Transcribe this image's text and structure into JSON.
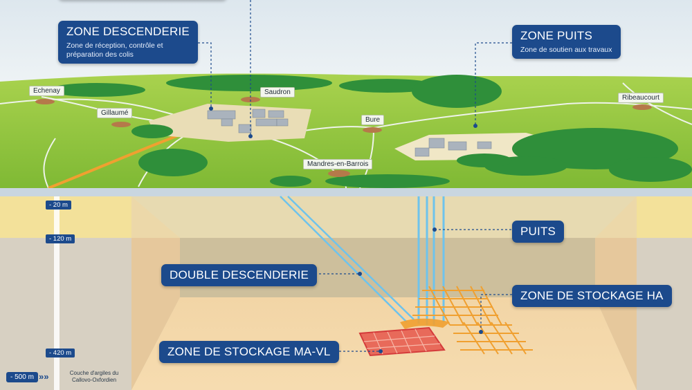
{
  "callouts": {
    "zone_descenderie": {
      "title": "ZONE DESCENDERIE",
      "desc": "Zone de réception, contrôle et préparation des colis"
    },
    "zone_puits": {
      "title": "ZONE PUITS",
      "desc": "Zone de soutien aux travaux"
    },
    "puits": {
      "title": "PUITS"
    },
    "double_descenderie": {
      "title": "DOUBLE DESCENDERIE"
    },
    "stockage_ha": {
      "title": "ZONE DE STOCKAGE HA"
    },
    "stockage_mavl": {
      "title": "ZONE DE STOCKAGE MA-VL"
    }
  },
  "towns": [
    "Echenay",
    "Gillaumé",
    "Saudron",
    "Bure",
    "Mandres-en-Barrois",
    "Ribeaucourt"
  ],
  "depths": [
    "- 20 m",
    "- 120 m",
    "- 420 m"
  ],
  "depth_badge": "- 500 m",
  "depth_arrows": "»»",
  "clay_note": "Couche d'argiles du Callovo-Oxfordien",
  "colors": {
    "callout_bg": "#1c4a8c",
    "grass": "#8cc63f",
    "trees": "#2f8f3a",
    "shaft": "#6ec3ec",
    "stockage_ha": "#f0a030",
    "stockage_mavl": "#e04848"
  }
}
